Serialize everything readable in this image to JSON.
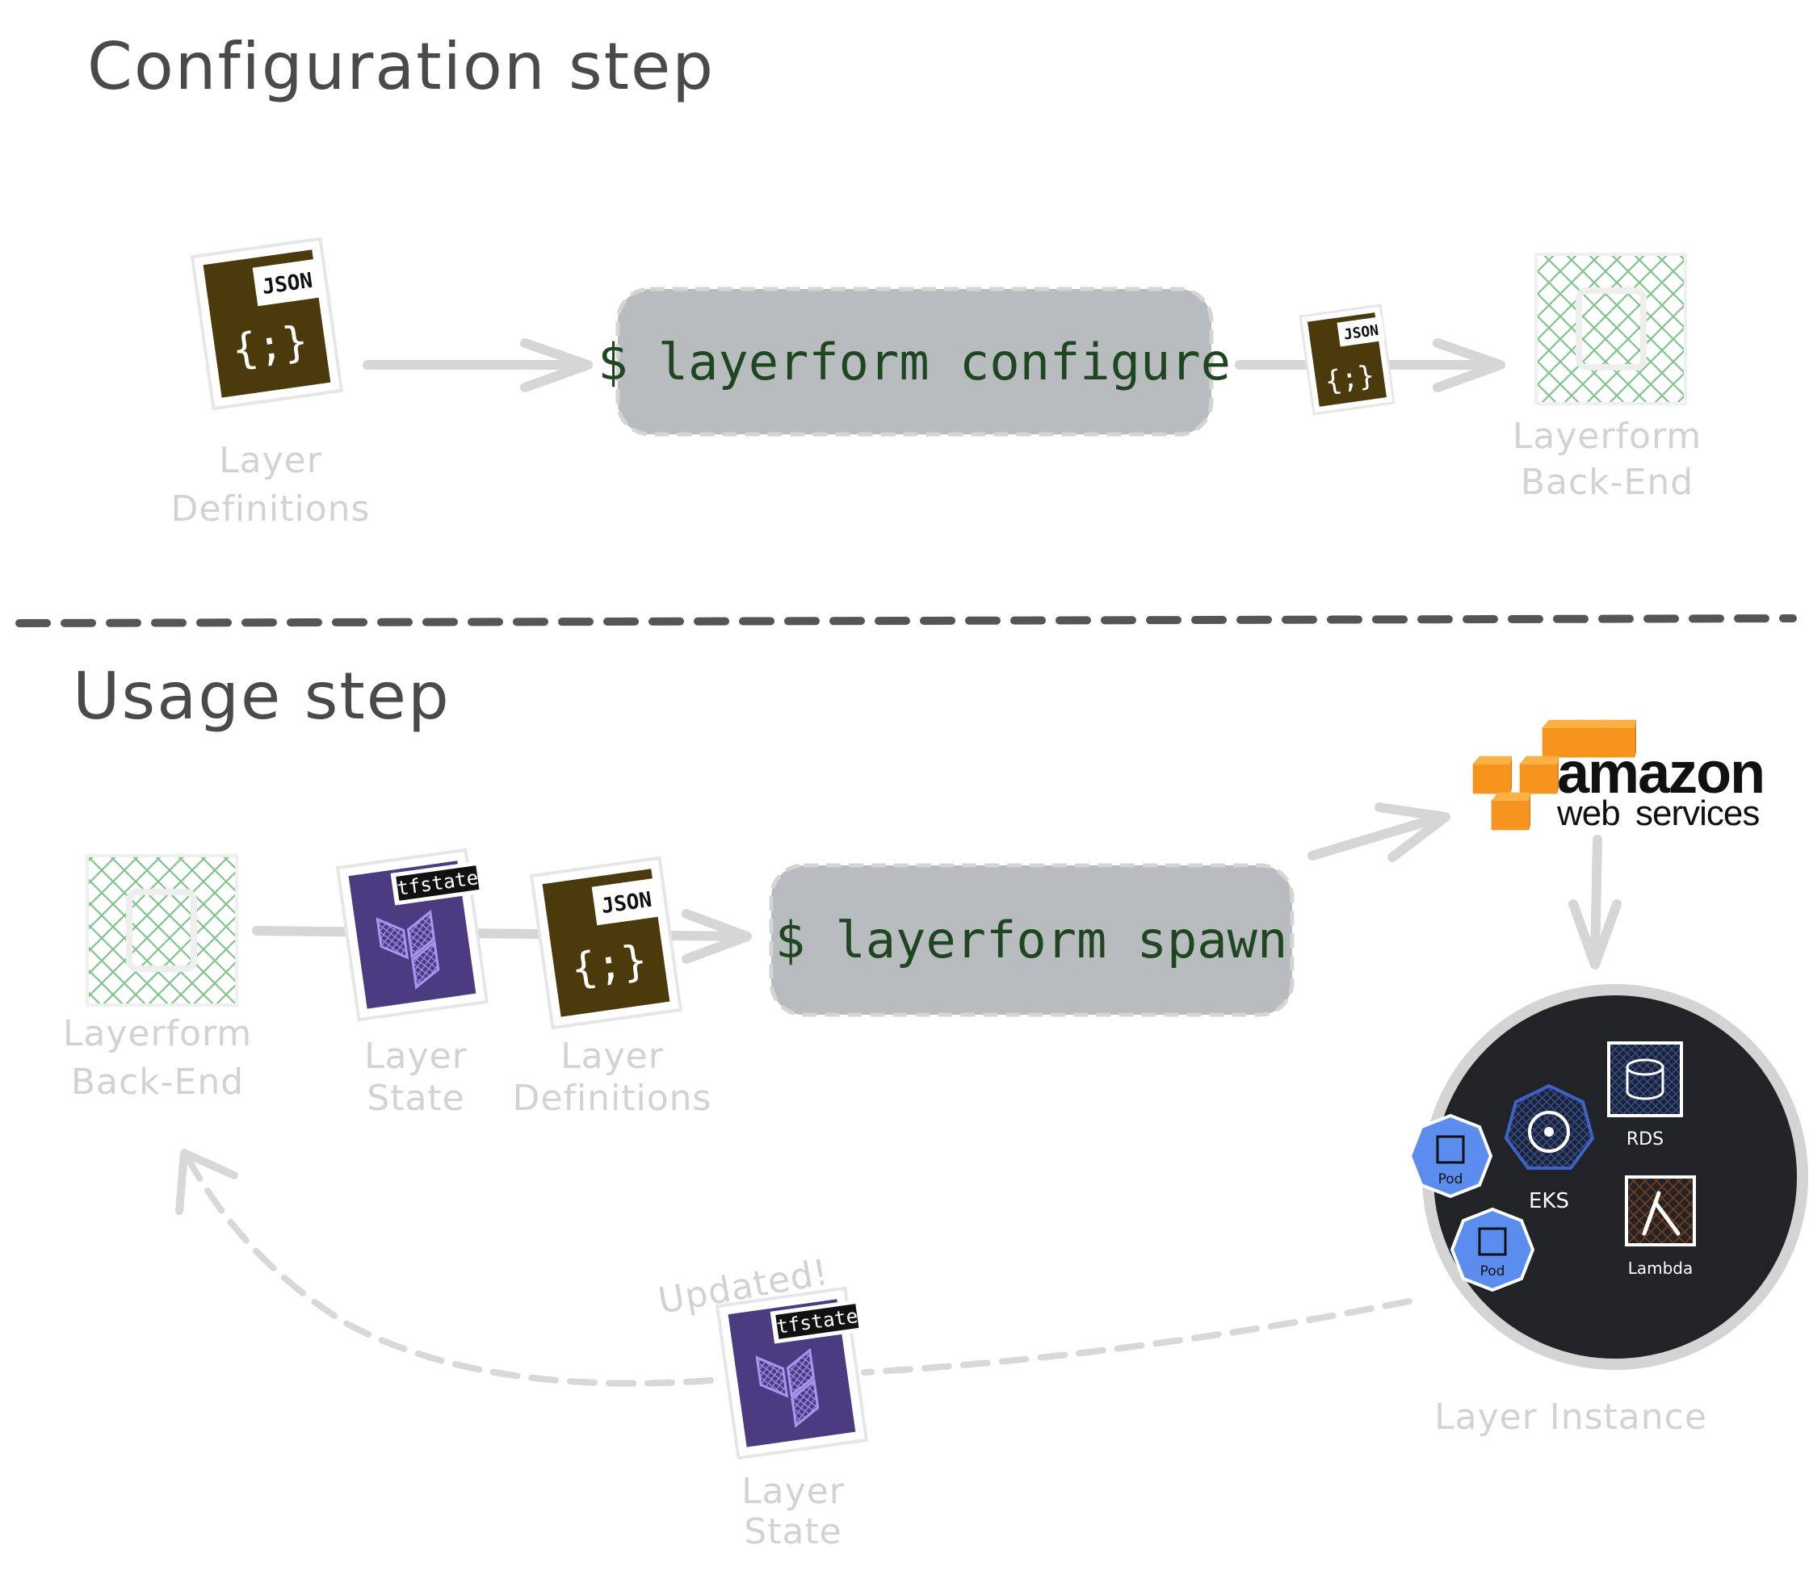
{
  "headings": {
    "configuration": "Configuration step",
    "usage": "Usage step"
  },
  "commands": {
    "configure": "$ layerform configure",
    "spawn": "$ layerform spawn"
  },
  "file_chips": {
    "json": "JSON",
    "tfstate": "tfstate",
    "braces": "{;}"
  },
  "labels": {
    "layer_definitions": [
      "Layer",
      "Definitions"
    ],
    "layerform_backend": [
      "Layerform",
      "Back-End"
    ],
    "layer_state": [
      "Layer",
      "State"
    ],
    "layer_instance": "Layer Instance",
    "updated": "Updated!"
  },
  "aws": {
    "word1": "amazon",
    "word2": "web",
    "word3": "services"
  },
  "instance_resources": {
    "pod": "Pod",
    "eks": "EKS",
    "rds": "RDS",
    "lambda": "Lambda"
  },
  "colors": {
    "json_file": "#4a3a0c",
    "tfstate_file": "#4b3b80",
    "command_box": "#b9bcbf",
    "command_text": "#1e4620",
    "instance_bg": "#222326",
    "pod_blue": "#5b8def",
    "aws_orange": "#f7941d",
    "backend_green": "#7fc58a",
    "faded_text": "#d2d2d2"
  }
}
